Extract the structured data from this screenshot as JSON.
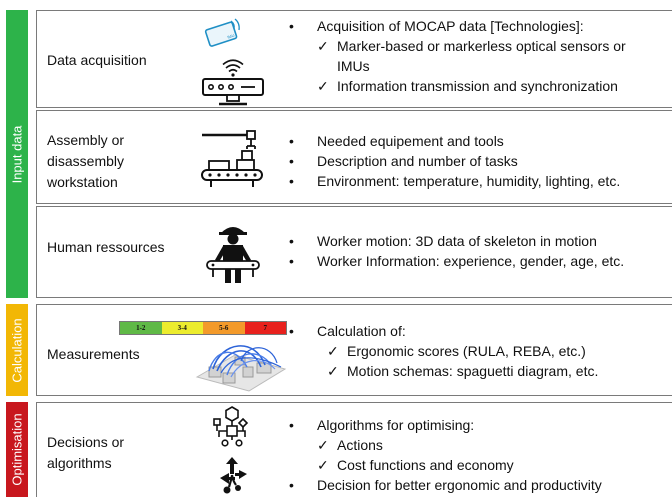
{
  "side_labels": {
    "input": "Input data",
    "calculation": "Calculation",
    "optimisation": "Optimisation"
  },
  "colors": {
    "input": "#2db34a",
    "calculation": "#f2b705",
    "optimisation": "#c8171e"
  },
  "rows": {
    "acquisition": {
      "label": "Data acquisition",
      "icons": [
        "imu-sensor-icon",
        "depth-camera-icon"
      ],
      "imu_text": "IMU",
      "b1": "Acquisition of MOCAP data [Technologies]:",
      "c1": "Marker-based or markerless optical sensors or",
      "c1b": "IMUs",
      "c2": "Information transmission and synchronization"
    },
    "assembly": {
      "label_lines": [
        "Assembly or",
        "disassembly",
        "workstation"
      ],
      "icons": [
        "conveyor-workstation-icon"
      ],
      "b1": "Needed equipement  and tools",
      "b2": "Description and number  of tasks",
      "b3": "Environment: temperature, humidity, lighting, etc."
    },
    "human": {
      "label": "Human  ressources",
      "icons": [
        "worker-icon"
      ],
      "b1": "Worker motion: 3D data of skeleton in motion",
      "b2": "Worker Information: experience, gender, age, etc."
    },
    "measurements": {
      "label": "Measurements",
      "icons": [
        "spaghetti-diagram-icon"
      ],
      "scale": [
        {
          "label": "1-2",
          "color": "#5fb946"
        },
        {
          "label": "3-4",
          "color": "#ecec2e"
        },
        {
          "label": "5-6",
          "color": "#f39a2a"
        },
        {
          "label": "7",
          "color": "#e8211d"
        }
      ],
      "b1": "Calculation of:",
      "c1": "Ergonomic scores (RULA, REBA, etc.)",
      "c2": "Motion schemas: spaguetti diagram, etc."
    },
    "decisions": {
      "label_lines": [
        "Decisions or",
        "algorithms"
      ],
      "icons": [
        "algorithm-flowchart-icon",
        "optimization-arrows-icon"
      ],
      "b1": "Algorithms  for optimising:",
      "c1": "Actions",
      "c2": "Cost functions and economy",
      "b2": "Decision for better ergonomic  and productivity"
    }
  }
}
